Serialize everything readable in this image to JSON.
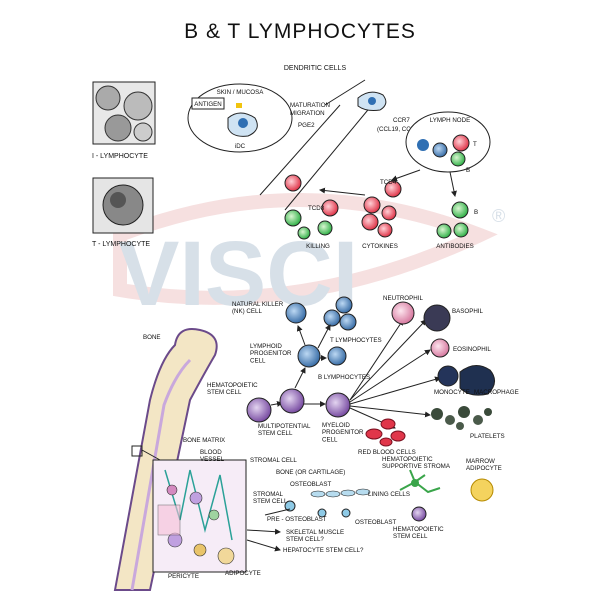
{
  "title": "B & T LYMPHOCYTES",
  "watermark": {
    "text": "VISCI",
    "registered": "®"
  },
  "colors": {
    "red_cell": "#e0364a",
    "green_cell": "#33b24a",
    "blue_cell": "#2f6fb3",
    "watermark": "#b8c7d6",
    "watermark_red": "#e3a0a0"
  },
  "top": {
    "dendritic_cells": "DENDRITIC CELLS",
    "skin_mucosa": "SKIN / MUCOSA",
    "antigen": "ANTIGEN",
    "idc": "iDC",
    "maturation": "MATURATION",
    "migration": "MIGRATION",
    "pge2": "PGE2",
    "ccr7": "CCR7",
    "ccl": "(CCL19, CCL21)",
    "lymph_node": "LYMPH NODE",
    "t": "T",
    "b": "B",
    "b2": "B",
    "tcd8": "TCD8",
    "tcd4": "TCD4",
    "killing": "KILLING",
    "cytokines": "CYTOKINES",
    "antibodies": "ANTIBODIES"
  },
  "photos": {
    "b_label": "I - LYMPHOCYTE",
    "t_label": "T - LYMPHOCYTE"
  },
  "middle": {
    "nk": "NATURAL KILLER\n(NK) CELL",
    "lymphoid": "LYMPHOID\nPROGENITOR\nCELL",
    "t_lymph": "T LYMPHOCYTES",
    "b_lymph": "B LYMPHOCYTES",
    "bone": "BONE",
    "hsc": "HEMATOPOIETIC\nSTEM CELL",
    "multipotential": "MULTIPOTENTIAL\nSTEM CELL",
    "myeloid": "MYELOID\nPROGENITOR\nCELL",
    "neutrophil": "NEUTROPHIL",
    "basophil": "BASOPHIL",
    "eosinophil": "EOSINOPHIL",
    "monocyte": "MONOCYTE",
    "macrophage": "MACROPHAGE",
    "platelets": "PLATELETS",
    "rbc": "RED BLOOD CELLS"
  },
  "bottom": {
    "bone_matrix": "BONE MATRIX",
    "blood_vessel": "BLOOD\nVESSEL",
    "stromal_cell": "STROMAL CELL",
    "bone_cartilage": "BONE (OR CARTILAGE)",
    "osteoblast": "OSTEOBLAST",
    "stromal_stem": "STROMAL\nSTEM CELL",
    "lining_cells": "LINING CELLS",
    "pre_osteoblast": "PRE - OSTEOBLAST",
    "osteoblast2": "OSTEOBLAST",
    "skeletal": "SKELETAL MUSCLE\nSTEM CELL?",
    "hepatocyte": "HEPATOCYTE STEM CELL?",
    "pericyte": "PERICYTE",
    "adipocyte": "ADIPOCYTE",
    "hema_support": "HEMATOPOIETIC\nSUPPORTIVE STROMA",
    "marrow_adipocyte": "MARROW\nADIPOCYTE",
    "hema_stem": "HEMATOPOIETIC\nSTEM CELL"
  }
}
